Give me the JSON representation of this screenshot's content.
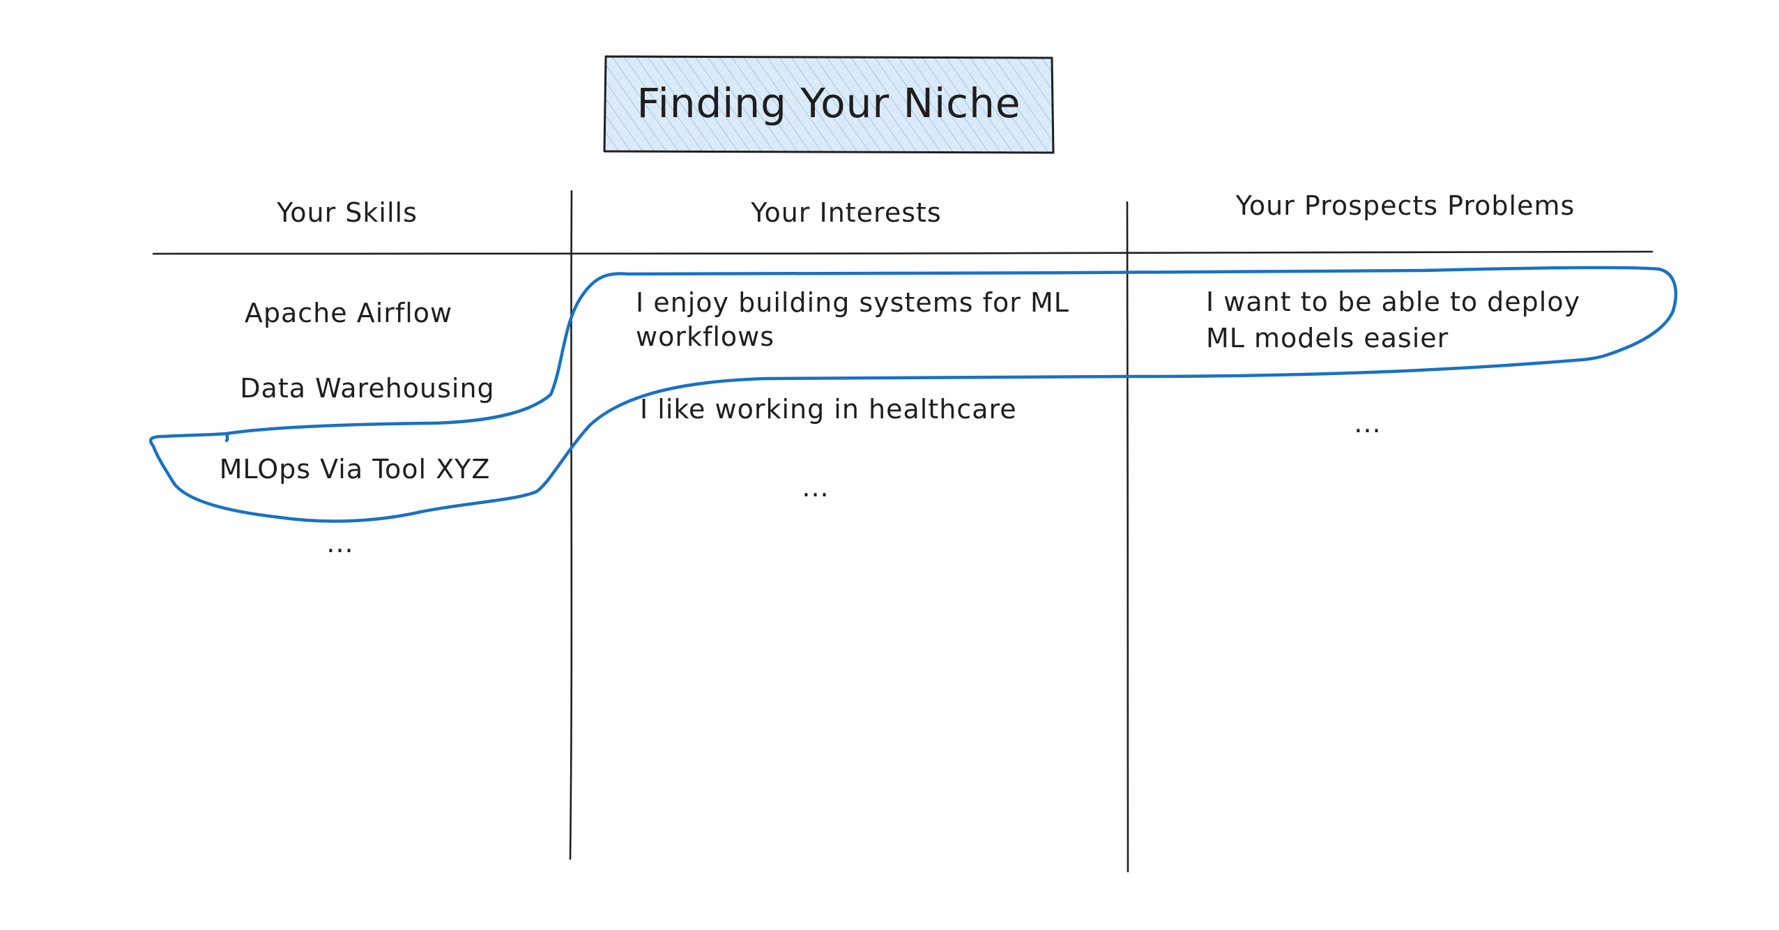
{
  "title": "Finding Your Niche",
  "columns": [
    {
      "header": "Your Skills",
      "items": [
        "Apache Airflow",
        "Data Warehousing",
        "MLOps Via Tool XYZ",
        "..."
      ]
    },
    {
      "header": "Your Interests",
      "items": [
        "I enjoy building systems for ML",
        "workflows",
        "I like working in healthcare",
        "..."
      ]
    },
    {
      "header": "Your Prospects Problems",
      "items": [
        "I want to be able to deploy",
        "ML models easier",
        "..."
      ]
    }
  ],
  "colors": {
    "ink": "#1e1e1e",
    "highlight": "#1971c2",
    "title_fill": "#d3e6f7",
    "hatch": "#a5c8e8"
  }
}
